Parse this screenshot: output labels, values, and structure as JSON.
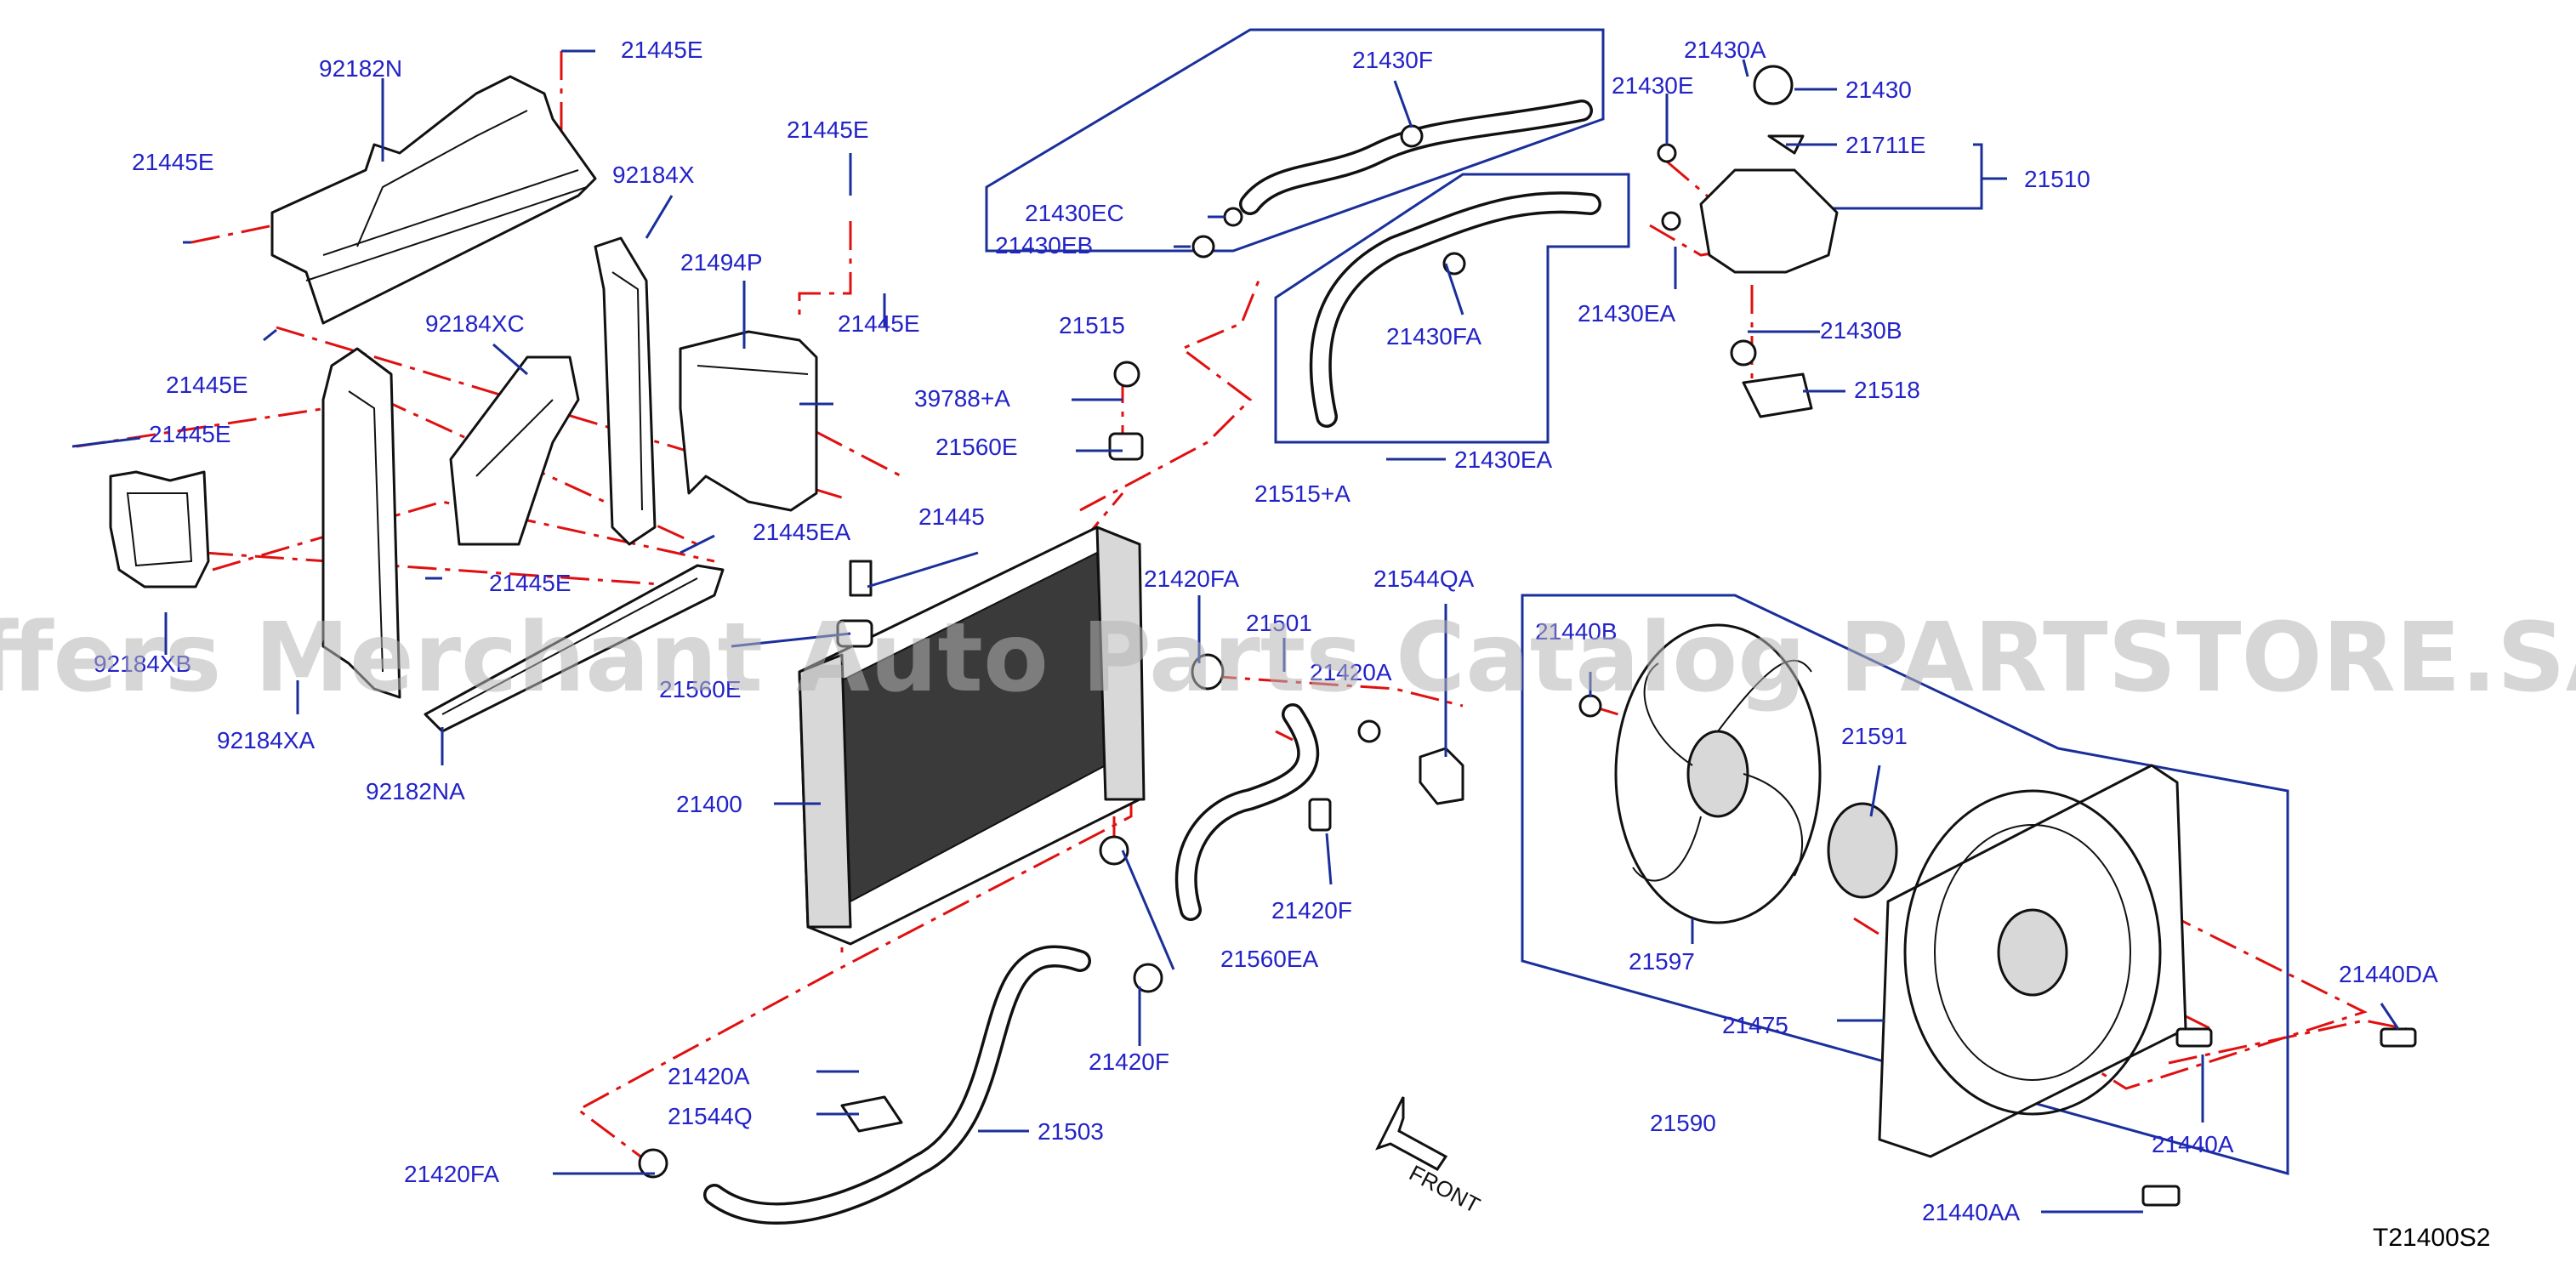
{
  "watermark": "Offers Merchant Auto Parts Catalog PARTSTORE.SA",
  "diagram_code": "T21400S2",
  "front_label": "FRONT",
  "labels": {
    "p92182N": "92182N",
    "p21445E_top": "21445E",
    "p21445E_left1": "21445E",
    "p92184X": "92184X",
    "p21445E_mid": "21445E",
    "p21494P": "21494P",
    "p21445E_r": "21445E",
    "p92184XC": "92184XC",
    "p21445E_left2": "21445E",
    "p21445E_left3": "21445E",
    "p21445EA": "21445EA",
    "p21445E_low": "21445E",
    "p92184XB": "92184XB",
    "p92184XA": "92184XA",
    "p92182NA": "92182NA",
    "p39788A": "39788+A",
    "p21560E_top": "21560E",
    "p21445": "21445",
    "p21560E_low": "21560E",
    "p21400": "21400",
    "p21430F": "21430F",
    "p21430EC": "21430EC",
    "p21430EB": "21430EB",
    "p21515": "21515",
    "p21430FA": "21430FA",
    "p21515A": "21515+A",
    "p21430EA_low": "21430EA",
    "p21430E": "21430E",
    "p21430A": "21430A",
    "p21430": "21430",
    "p21711E": "21711E",
    "p21510": "21510",
    "p21430EA_r": "21430EA",
    "p21430B": "21430B",
    "p21518": "21518",
    "p21420FA_top": "21420FA",
    "p21501": "21501",
    "p21420A_top": "21420A",
    "p21544QA": "21544QA",
    "p21420F_mid": "21420F",
    "p21560EA": "21560EA",
    "p21420A_low": "21420A",
    "p21420F_low": "21420F",
    "p21544Q": "21544Q",
    "p21503": "21503",
    "p21420FA_low": "21420FA",
    "p21440B": "21440B",
    "p21591": "21591",
    "p21597": "21597",
    "p21475": "21475",
    "p21590": "21590",
    "p21440DA": "21440DA",
    "p21440A": "21440A",
    "p21440AA": "21440AA"
  }
}
